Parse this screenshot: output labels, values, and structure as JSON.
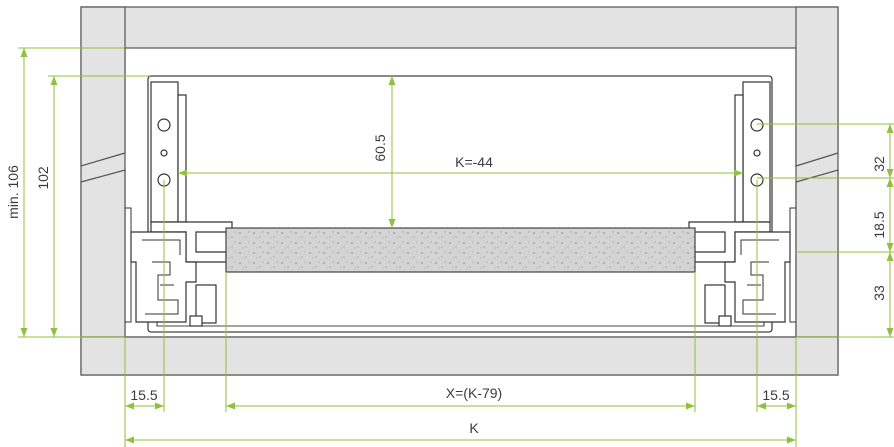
{
  "dimensions": {
    "min_height": "min. 106",
    "height": "102",
    "inner_depth": "60.5",
    "rail_spacing": "K=-44",
    "hole_spacing_top": "32",
    "hole_spacing_mid": "18.5",
    "bottom_height": "33",
    "side_left": "15.5",
    "side_right": "15.5",
    "bottom_width": "X=(K-79)",
    "cabinet_width": "K"
  },
  "colors": {
    "dimension_line": "#8fc13e",
    "cabinet_wall": "#e3e3e3",
    "panel": "#d4d4d4",
    "outline": "#444444"
  }
}
